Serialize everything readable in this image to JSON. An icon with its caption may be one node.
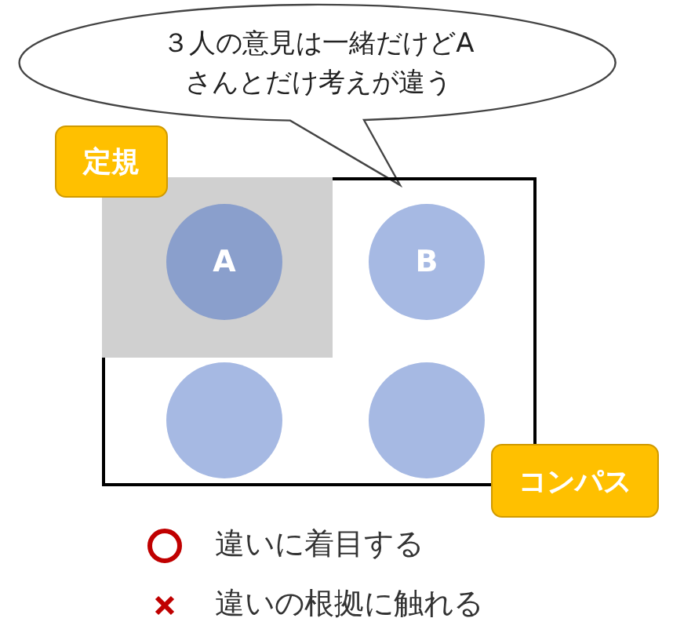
{
  "diagram": {
    "nodes": [
      {
        "text": [
          "３人の意見は一緒だけどAさんとだけ考えが違う"
        ]
      },
      {
        "text": [],
        "shape": "box"
      },
      {
        "text": [],
        "shape": "box",
        "in": 1
      },
      {
        "text": [
          "定規"
        ]
      },
      {
        "text": [
          "A"
        ],
        "in": 2
      },
      {
        "text": [
          "B"
        ],
        "in": 1
      },
      {
        "text": [],
        "shape": "circle",
        "in": 1
      },
      {
        "text": [],
        "shape": "circle",
        "in": 1
      },
      {
        "text": [
          "コンパス"
        ]
      }
    ],
    "edges": [],
    "legend": [
      {
        "text": "違いに着目する"
      },
      {
        "text": "違いの根拠に触れる"
      }
    ]
  }
}
